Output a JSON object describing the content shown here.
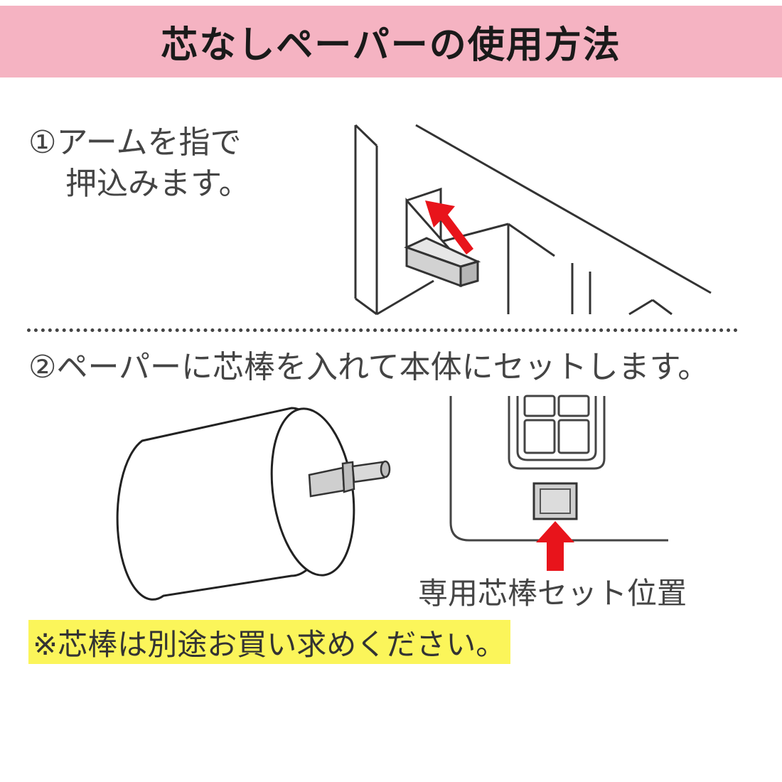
{
  "header": {
    "title": "芯なしペーパーの使用方法"
  },
  "step1": {
    "line1": "①アームを指で",
    "line2": "押込みます。"
  },
  "step2": {
    "text": "②ペーパーに芯棒を入れて本体にセットします。"
  },
  "figure2": {
    "label": "専用芯棒セット位置"
  },
  "note": {
    "text": "※芯棒は別途お買い求めください。"
  },
  "colors": {
    "header_bg": "#f5b3c2",
    "arrow": "#e8141b",
    "note_bg": "#fbf55a"
  }
}
